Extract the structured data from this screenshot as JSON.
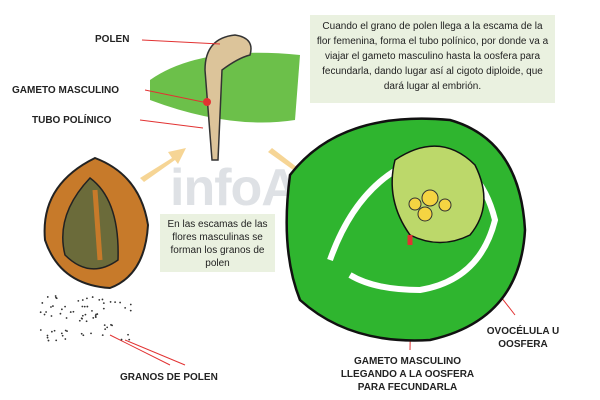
{
  "labels": {
    "polen": "POLEN",
    "gameto_masculino": "GAMETO MASCULINO",
    "tubo_polinico": "TUBO POLÍNICO",
    "granos_de_polen": "GRANOS DE POLEN",
    "ovocelula": "OVOCÉLULA U OOSFERA",
    "gameto_llegando": "GAMETO MASCULINO LLEGANDO A LA OOSFERA PARA FECUNDARLA"
  },
  "descriptions": {
    "female": "Cuando el grano de polen llega a la escama de la flor femenina, forma el tubo polínico, por donde va a viajar el gameto masculino hasta la oosfera para fecundarla, dando lugar así al cigoto diploide, que dará lugar al embrión.",
    "male": "En las escamas de las flores masculinas se forman los granos de polen"
  },
  "watermark": "infoAgro",
  "colors": {
    "green": "#2fb52f",
    "leaf": "#6cc04a",
    "brown": "#c77a2a",
    "pollen": "#dcc49a",
    "arrow": "#e23232",
    "yellow": "#f5d442"
  }
}
